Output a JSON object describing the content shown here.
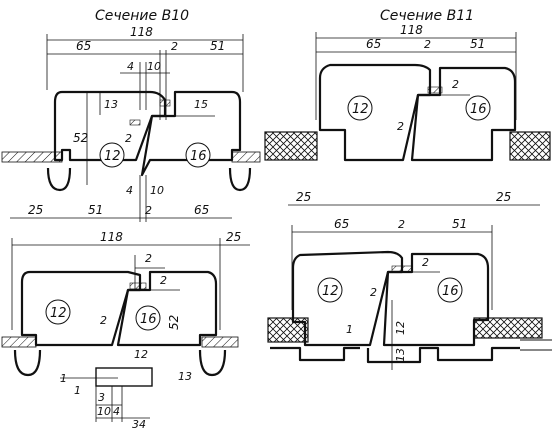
{
  "sections": {
    "b10": {
      "title": "Сечение В10"
    },
    "b11": {
      "title": "Сечение В11"
    }
  },
  "labels": {
    "d118": "118",
    "d65": "65",
    "d51": "51",
    "d2": "2",
    "d25": "25",
    "d4": "4",
    "d10": "10",
    "d13": "13",
    "d15": "15",
    "d52": "52",
    "d12": "12",
    "d16": "16",
    "d1": "1",
    "d3": "3",
    "d34": "34"
  }
}
